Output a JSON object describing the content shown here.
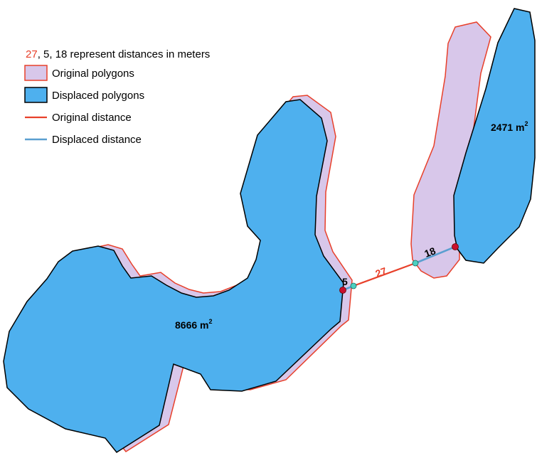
{
  "legend": {
    "note": {
      "highlight": "27",
      "rest": ", 5, 18 represent distances in meters"
    },
    "items": [
      {
        "label": "Original polygons"
      },
      {
        "label": "Displaced polygons"
      },
      {
        "label": "Original distance"
      },
      {
        "label": "Displaced distance"
      }
    ]
  },
  "labels": {
    "big_area": "8666 m",
    "big_area_sup": "2",
    "small_area": "2471 m",
    "small_area_sup": "2",
    "dist_27": "27",
    "dist_5": "5",
    "dist_18": "18"
  },
  "colors": {
    "original_fill": "#d8c7ea",
    "original_stroke": "#e8402a",
    "displaced_fill": "#4eb0ee",
    "displaced_stroke": "#000000",
    "original_line": "#e8402a",
    "displaced_line": "#5a9fd0",
    "point_original": "#c8102e",
    "point_displaced": "#4dd0c0"
  }
}
